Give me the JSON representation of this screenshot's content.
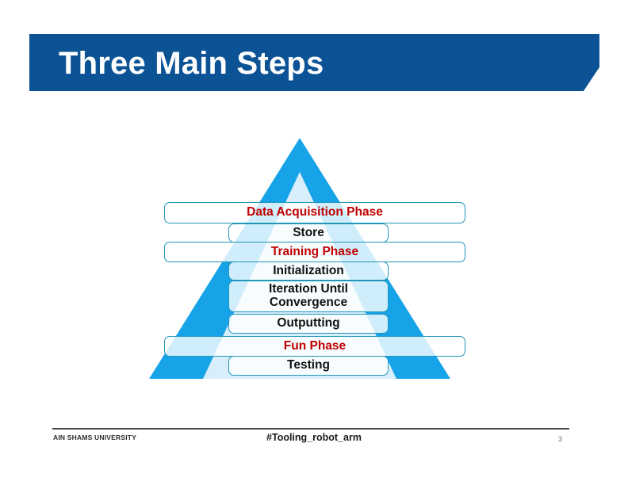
{
  "slide": {
    "title": "Three Main Steps",
    "header_color": "#0B5394",
    "pyramid_color": "#17A3E8",
    "pyramid_highlight_color": "#E4F2FA",
    "box_border_color": "#2196B8",
    "phase_text_color": "#C00000",
    "step_text_color": "#111111"
  },
  "pyramid": {
    "name": "three-main-steps-pyramid",
    "boxes": [
      {
        "id": "data-acquisition-phase",
        "label": "Data Acquisition Phase",
        "kind": "phase",
        "width": "wide"
      },
      {
        "id": "store",
        "label": "Store",
        "kind": "step",
        "width": "narrow"
      },
      {
        "id": "training-phase",
        "label": "Training Phase",
        "kind": "phase",
        "width": "wide"
      },
      {
        "id": "initialization",
        "label": "Initialization",
        "kind": "step",
        "width": "narrow"
      },
      {
        "id": "iteration-until-convergence",
        "label": "Iteration Until\nConvergence",
        "kind": "step",
        "width": "narrow"
      },
      {
        "id": "outputting",
        "label": "Outputting",
        "kind": "step",
        "width": "narrow"
      },
      {
        "id": "fun-phase",
        "label": "Fun Phase",
        "kind": "phase",
        "width": "wide"
      },
      {
        "id": "testing",
        "label": "Testing",
        "kind": "step",
        "width": "narrow"
      }
    ]
  },
  "footer": {
    "organization": "AIN SHAMS UNIVERSITY",
    "hashtag": "#Tooling_robot_arm",
    "page_number": "3"
  }
}
